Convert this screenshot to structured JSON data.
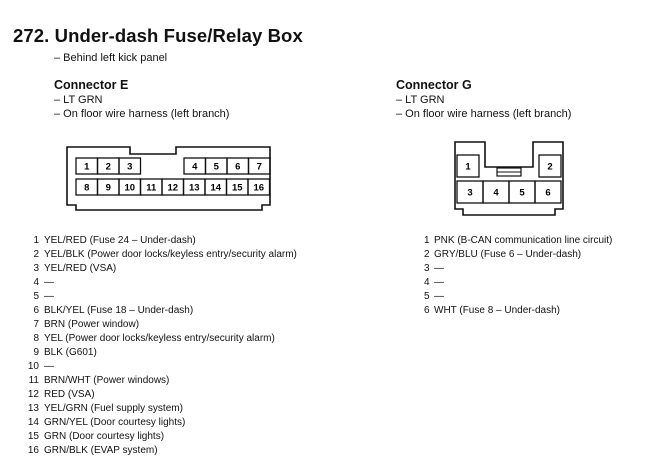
{
  "title": "272. Under-dash Fuse/Relay Box",
  "subtitle": "– Behind left kick panel",
  "connector_e": {
    "name": "Connector E",
    "lines": [
      "– LT GRN",
      "– On floor wire harness (left branch)"
    ],
    "top_row": [
      "1",
      "2",
      "3",
      "4",
      "5",
      "6",
      "7"
    ],
    "bottom_row": [
      "8",
      "9",
      "10",
      "11",
      "12",
      "13",
      "14",
      "15",
      "16"
    ],
    "pins": [
      {
        "num": "1",
        "desc": "YEL/RED (Fuse 24 – Under-dash)"
      },
      {
        "num": "2",
        "desc": "YEL/BLK (Power door locks/keyless entry/security alarm)"
      },
      {
        "num": "3",
        "desc": "YEL/RED (VSA)"
      },
      {
        "num": "4",
        "desc": "—"
      },
      {
        "num": "5",
        "desc": "—"
      },
      {
        "num": "6",
        "desc": "BLK/YEL (Fuse 18 – Under-dash)"
      },
      {
        "num": "7",
        "desc": "BRN (Power window)"
      },
      {
        "num": "8",
        "desc": "YEL (Power door locks/keyless entry/security alarm)"
      },
      {
        "num": "9",
        "desc": "BLK (G601)"
      },
      {
        "num": "10",
        "desc": "—"
      },
      {
        "num": "11",
        "desc": "BRN/WHT (Power windows)"
      },
      {
        "num": "12",
        "desc": "RED (VSA)"
      },
      {
        "num": "13",
        "desc": "YEL/GRN (Fuel supply system)"
      },
      {
        "num": "14",
        "desc": "GRN/YEL (Door courtesy lights)"
      },
      {
        "num": "15",
        "desc": "GRN (Door courtesy lights)"
      },
      {
        "num": "16",
        "desc": "GRN/BLK (EVAP system)"
      }
    ]
  },
  "connector_g": {
    "name": "Connector G",
    "lines": [
      "– LT GRN",
      "– On floor wire harness (left branch)"
    ],
    "top_row": [
      "1",
      "2"
    ],
    "bottom_row": [
      "3",
      "4",
      "5",
      "6"
    ],
    "pins": [
      {
        "num": "1",
        "desc": "PNK (B-CAN communication line circuit)"
      },
      {
        "num": "2",
        "desc": "GRY/BLU (Fuse 6 – Under-dash)"
      },
      {
        "num": "3",
        "desc": "—"
      },
      {
        "num": "4",
        "desc": "—"
      },
      {
        "num": "5",
        "desc": "—"
      },
      {
        "num": "6",
        "desc": "WHT (Fuse 8 – Under-dash)"
      }
    ]
  }
}
